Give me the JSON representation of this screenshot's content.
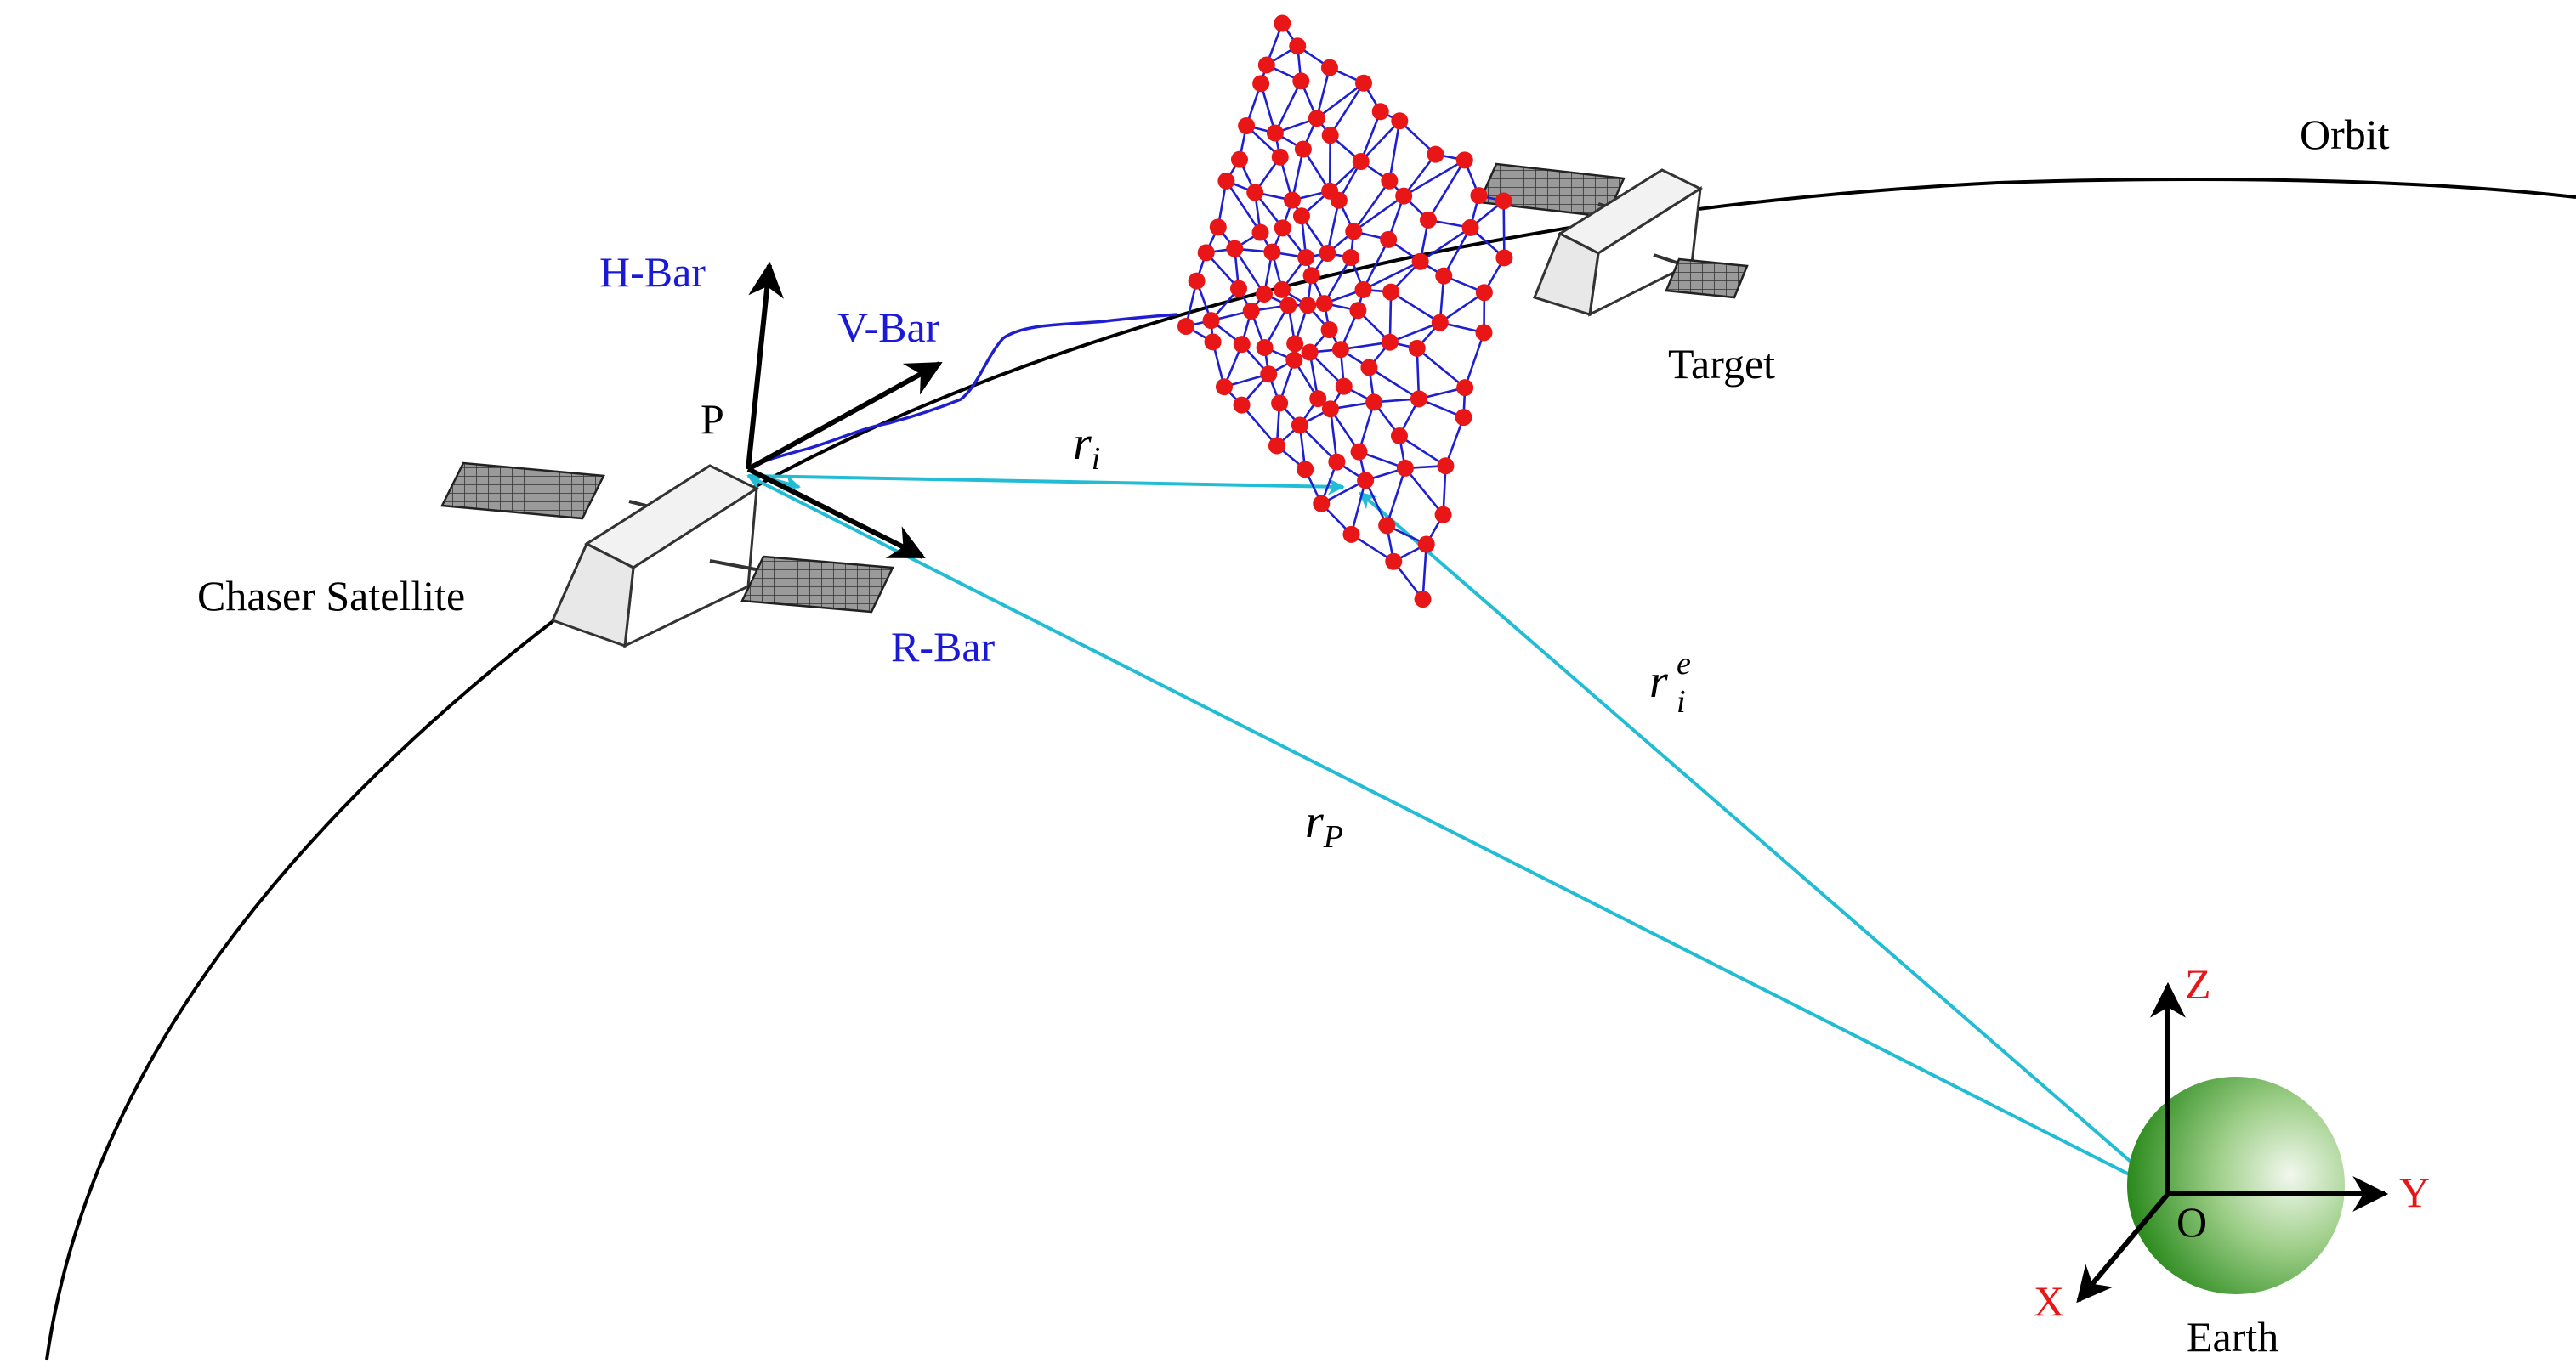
{
  "labels": {
    "orbit": "Orbit",
    "target": "Target",
    "chaser": "Chaser Satellite",
    "point_p": "P",
    "h_bar": "H-Bar",
    "v_bar": "V-Bar",
    "r_bar": "R-Bar",
    "earth": "Earth",
    "origin": "O",
    "axis_x": "X",
    "axis_y": "Y",
    "axis_z": "Z"
  },
  "vectors": {
    "r_i": {
      "base": "r",
      "sub": "i"
    },
    "r_i_e": {
      "base": "r",
      "sub": "i",
      "sup": "e"
    },
    "r_p": {
      "base": "r",
      "sub": "P"
    }
  },
  "icons": [
    "chaser-satellite-icon",
    "target-satellite-icon",
    "earth-sphere-icon",
    "mesh-net-icon"
  ],
  "colors": {
    "lvlh_frame_labels": "#1a1ad6",
    "position_vectors": "#22bcd4",
    "mesh_edges": "#1f1fd0",
    "mesh_nodes": "#e81616",
    "inertial_axis_labels": "#e81616",
    "earth": "#3f9a2f",
    "orbit": "#000000"
  }
}
